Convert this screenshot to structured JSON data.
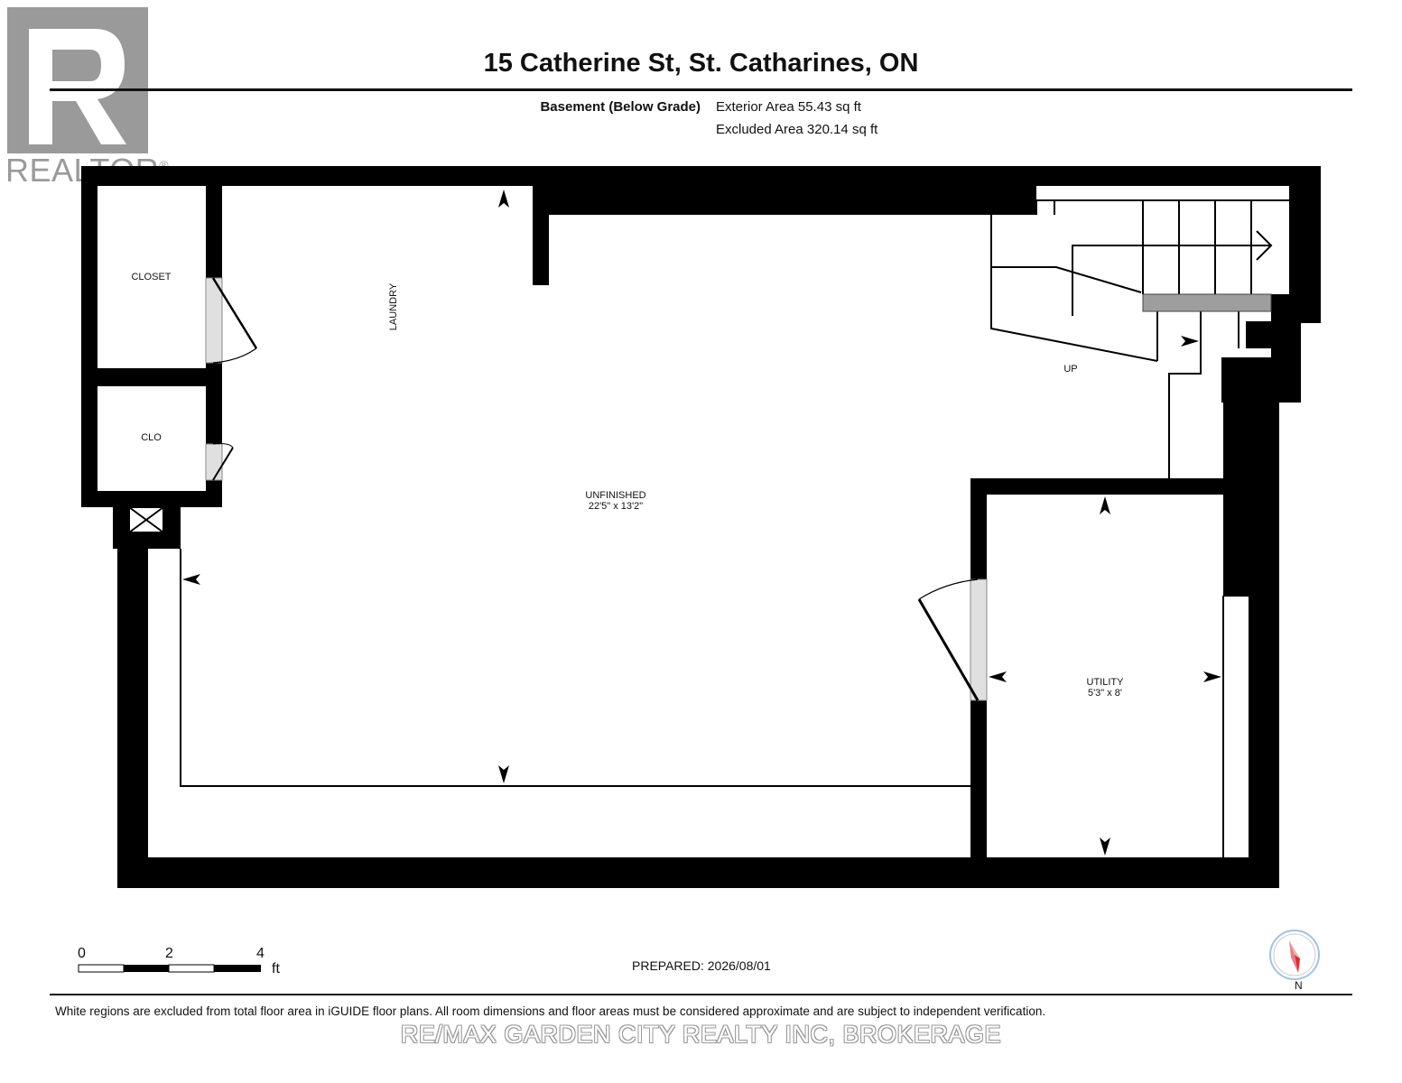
{
  "header": {
    "title": "15 Catherine St, St. Catharines, ON",
    "level_label": "Basement (Below Grade)",
    "exterior_area": "Exterior Area 55.43 sq ft",
    "excluded_area": "Excluded Area 320.14 sq ft"
  },
  "logo": {
    "text": "REALTOR",
    "mark": "®"
  },
  "rooms": {
    "closet": "CLOSET",
    "clo": "CLO",
    "laundry": "LAUNDRY",
    "unfinished": "UNFINISHED",
    "unfinished_dims": "22'5\" x 13'2\"",
    "utility": "UTILITY",
    "utility_dims": "5'3\" x 8'",
    "up": "UP"
  },
  "scale": {
    "ticks": [
      "0",
      "2",
      "4"
    ],
    "unit": "ft"
  },
  "footer": {
    "prepared": "PREPARED: 2026/08/01",
    "disclaimer": "White regions are excluded from total floor area in iGUIDE floor plans. All room dimensions and floor areas must be considered approximate and are subject to independent verification.",
    "brokerage": "RE/MAX GARDEN CITY REALTY INC, BROKERAGE"
  },
  "compass": {
    "label": "N"
  },
  "colors": {
    "wall": "#000000",
    "logo_gray": "#9a9a9a",
    "compass_red": "#e0282e",
    "compass_ring": "#9fc3e8"
  }
}
